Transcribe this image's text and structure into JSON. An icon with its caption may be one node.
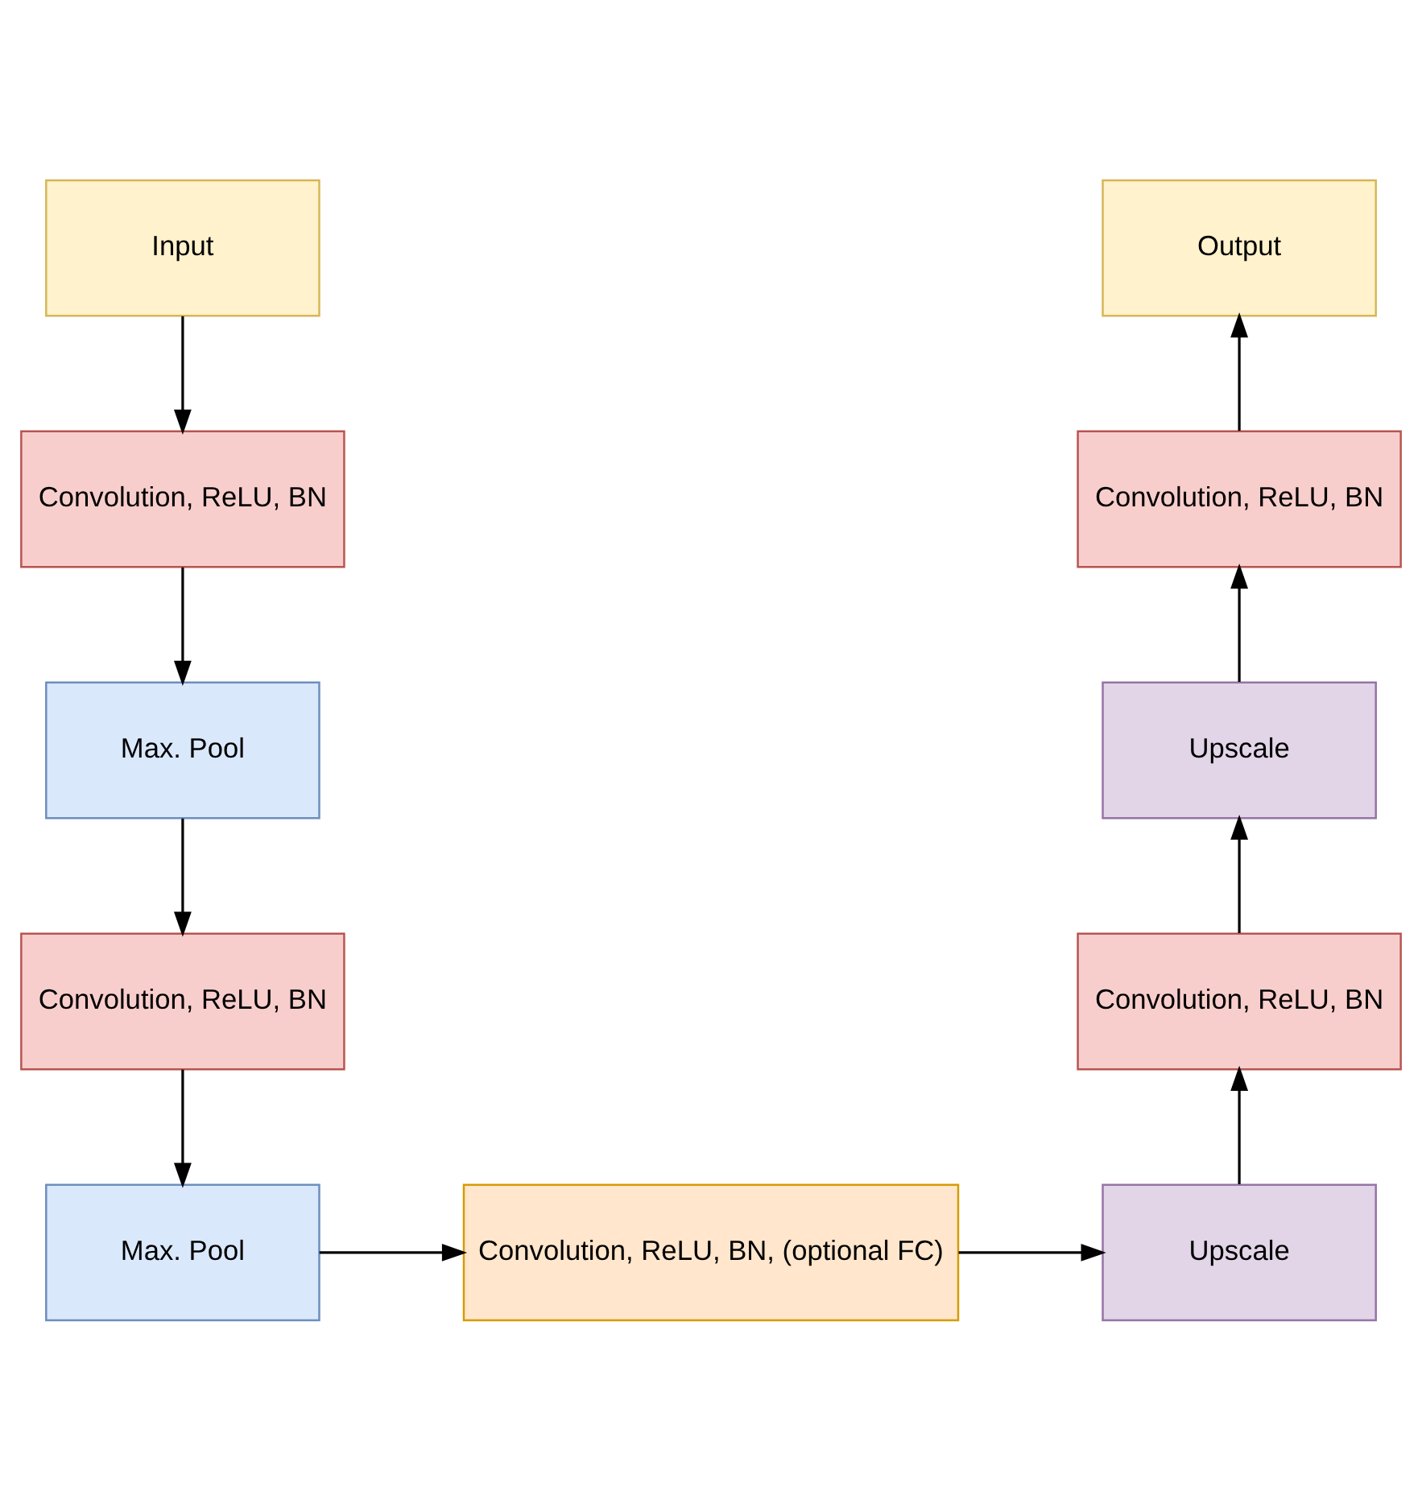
{
  "diagram": {
    "nodes": [
      {
        "text": [
          "Input"
        ]
      },
      {
        "text": [
          "Convolution, ReLU, BN"
        ]
      },
      {
        "text": [
          "Max. Pool"
        ]
      },
      {
        "text": [
          "Convolution, ReLU, BN"
        ]
      },
      {
        "text": [
          "Max. Pool"
        ]
      },
      {
        "text": [
          "Convolution, ReLU, BN, (optional FC)"
        ]
      },
      {
        "text": [
          "Upscale"
        ]
      },
      {
        "text": [
          "Convolution, ReLU, BN"
        ]
      },
      {
        "text": [
          "Upscale"
        ]
      },
      {
        "text": [
          "Convolution, ReLU, BN"
        ]
      },
      {
        "text": [
          "Output"
        ]
      }
    ],
    "edges": [
      {
        "from": 0,
        "to": 1,
        "arrow": "to"
      },
      {
        "from": 1,
        "to": 2,
        "arrow": "to"
      },
      {
        "from": 2,
        "to": 3,
        "arrow": "to"
      },
      {
        "from": 3,
        "to": 4,
        "arrow": "to"
      },
      {
        "from": 4,
        "to": 5,
        "arrow": "to"
      },
      {
        "from": 5,
        "to": 6,
        "arrow": "to"
      },
      {
        "from": 6,
        "to": 7,
        "arrow": "to"
      },
      {
        "from": 7,
        "to": 8,
        "arrow": "to"
      },
      {
        "from": 8,
        "to": 9,
        "arrow": "to"
      },
      {
        "from": 9,
        "to": 10,
        "arrow": "to"
      }
    ]
  }
}
